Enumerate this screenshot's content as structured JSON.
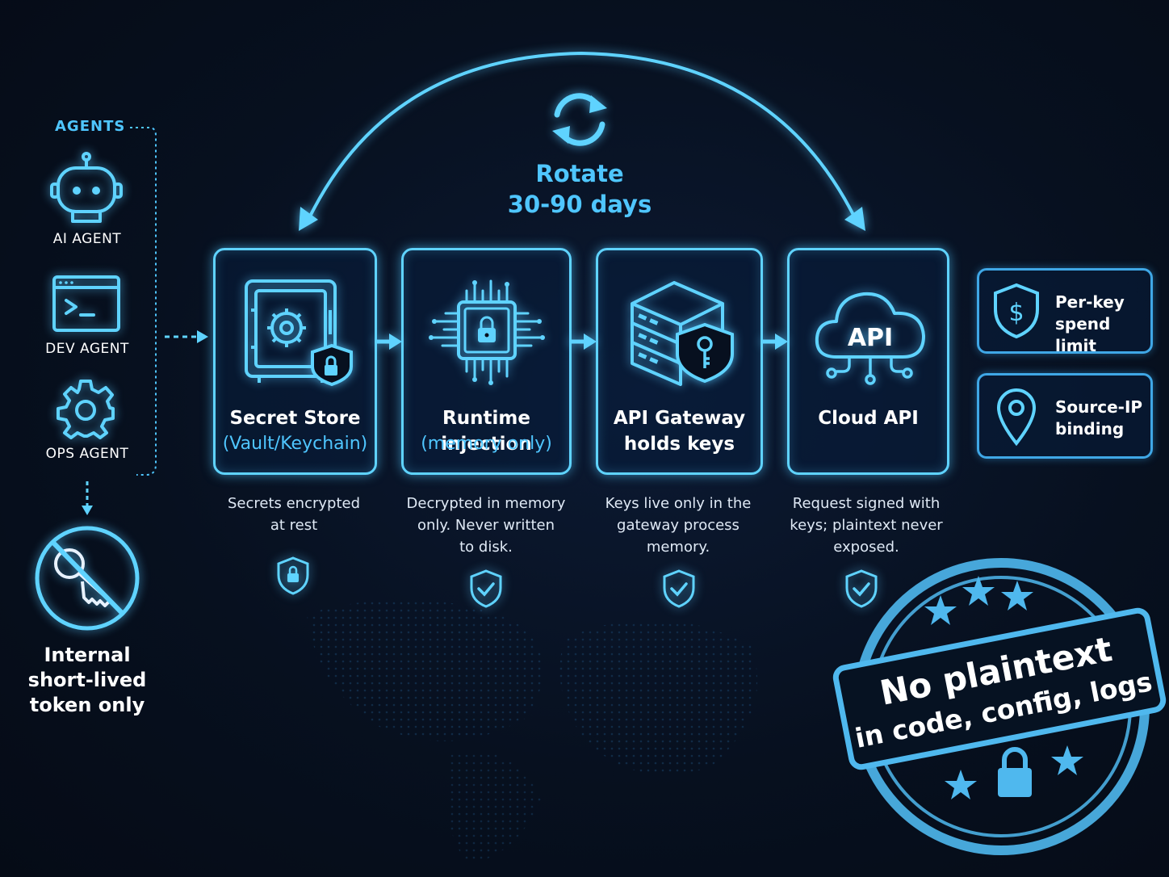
{
  "agents": {
    "header": "AGENTS",
    "items": [
      {
        "label": "AI AGENT",
        "icon": "robot-icon"
      },
      {
        "label": "DEV AGENT",
        "icon": "terminal-icon"
      },
      {
        "label": "OPS AGENT",
        "icon": "gear-icon"
      }
    ],
    "token_note": [
      "Internal",
      "short-lived",
      "token only"
    ]
  },
  "rotate": {
    "line1": "Rotate",
    "line2": "30-90 days",
    "icon": "refresh-icon"
  },
  "steps": [
    {
      "title": "Secret Store",
      "subtitle": "(Vault/Keychain)",
      "desc": [
        "Secrets encrypted",
        "at rest"
      ],
      "icon": "safe-icon",
      "badge": "shield-lock-icon"
    },
    {
      "title": "Runtime injection",
      "subtitle": "(memory only)",
      "desc": [
        "Decrypted in memory",
        "only. Never written",
        "to disk."
      ],
      "icon": "chip-lock-icon",
      "badge": "shield-check-icon"
    },
    {
      "title": "API Gateway",
      "title2": "holds keys",
      "desc": [
        "Keys live only in the",
        "gateway process",
        "memory."
      ],
      "icon": "server-key-icon",
      "badge": "shield-check-icon"
    },
    {
      "title": "Cloud API",
      "desc": [
        "Request signed with",
        "keys; plaintext never",
        "exposed."
      ],
      "icon": "cloud-api-icon",
      "cloud_label": "API",
      "badge": "shield-check-icon"
    }
  ],
  "controls": [
    {
      "line1": "Per-key",
      "line2": "spend limit",
      "icon": "shield-dollar-icon"
    },
    {
      "line1": "Source-IP",
      "line2": "binding",
      "icon": "location-pin-icon"
    }
  ],
  "stamp": {
    "line1": "No plaintext",
    "line2": "in code, config, logs",
    "icon": "padlock-icon"
  },
  "colors": {
    "accent": "#4fc6ff",
    "border": "#5fd3ff",
    "background": "#07101f"
  }
}
